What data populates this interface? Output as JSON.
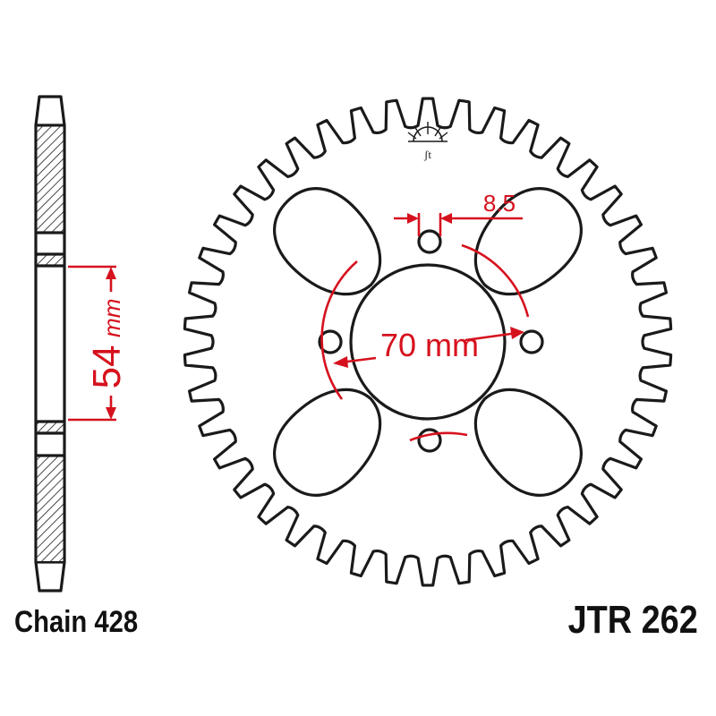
{
  "labels": {
    "chain": "Chain 428",
    "part_number": "JTR 262"
  },
  "dimensions": {
    "bolt_circle": "70 mm",
    "bolt_hole": "8.5",
    "hub_thickness": "54",
    "hub_thickness_unit": "mm"
  },
  "sprocket": {
    "teeth": 42,
    "cutouts": 4,
    "bolt_holes": 4
  },
  "icons": {
    "logo": "jt-sunburst-logo"
  },
  "colors": {
    "outline": "#1a1a1a",
    "dimension": "#d6111e",
    "background": "#ffffff"
  }
}
